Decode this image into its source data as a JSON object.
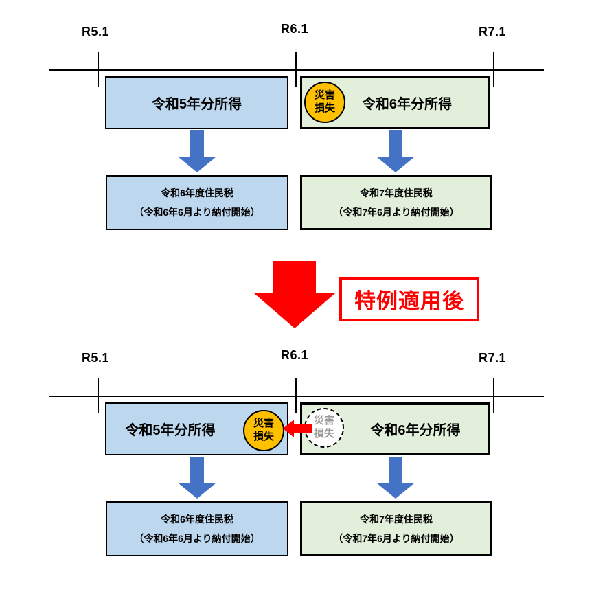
{
  "colors": {
    "light_blue": "#BDD7EE",
    "light_green": "#E2EFDA",
    "orange": "#FFC000",
    "arrow_blue": "#4472C4",
    "red": "#FF0000",
    "gray_text": "#9B9B9B",
    "ink": "#000000"
  },
  "timeline": {
    "labels": [
      "R5.1",
      "R6.1",
      "R7.1"
    ]
  },
  "badge": {
    "line1": "災害",
    "line2": "損失"
  },
  "before": {
    "income_r5": "令和5年分所得",
    "income_r6": "令和6年分所得",
    "tax_r6_line1": "令和6年度住民税",
    "tax_r6_line2": "（令和6年6月より納付開始）",
    "tax_r7_line1": "令和7年度住民税",
    "tax_r7_line2": "（令和7年6月より納付開始）"
  },
  "transition": {
    "label": "特例適用後"
  },
  "after": {
    "income_r5": "令和5年分所得",
    "income_r6": "令和6年分所得",
    "tax_r6_line1": "令和6年度住民税",
    "tax_r6_line2": "（令和6年6月より納付開始）",
    "tax_r7_line1": "令和7年度住民税",
    "tax_r7_line2": "（令和7年6月より納付開始）"
  }
}
